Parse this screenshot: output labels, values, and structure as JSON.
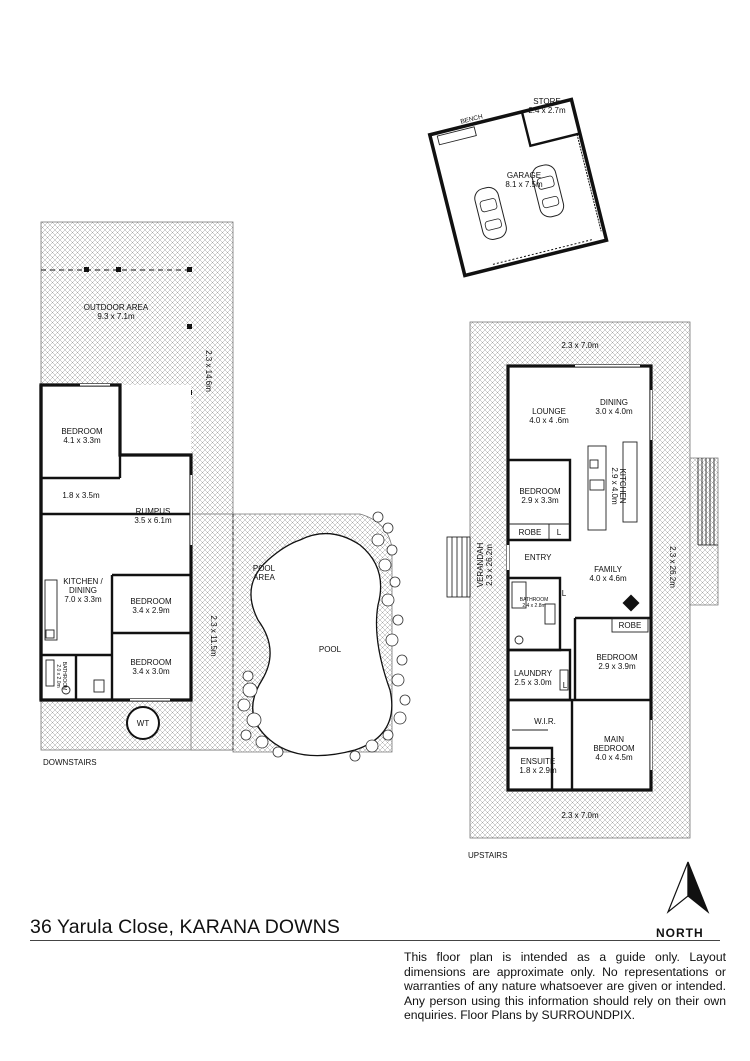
{
  "title": "36 Yarula Close, KARANA DOWNS",
  "north_label": "NORTH",
  "disclaimer": "This floor plan is intended as a guide only. Layout dimensions are approximate only. No representations or warranties of any nature whatsoever are given or intended. Any person using this information should rely on their own enquiries. Floor Plans by  SURROUNDPIX.",
  "levels": {
    "downstairs": "DOWNSTAIRS",
    "upstairs": "UPSTAIRS"
  },
  "garage": {
    "store_name": "STORE",
    "store_dim": "2.4 x 2.7m",
    "bench": "BENCH",
    "garage_name": "GARAGE",
    "garage_dim": "8.1 x 7.5m"
  },
  "downstairs_rooms": {
    "outdoor_name": "OUTDOOR AREA",
    "outdoor_dim": "9.3 x 7.1m",
    "side_dim_top": "2.3 x 14.6m",
    "bedroom1_name": "BEDROOM",
    "bedroom1_dim": "4.1 x 3.3m",
    "hall_dim": "1.8 x 3.5m",
    "rumpus_name": "RUMPUS",
    "rumpus_dim": "3.5 x 6.1m",
    "kitchen_name": "KITCHEN /",
    "kitchen_name2": "DINING",
    "kitchen_dim": "7.0 x 3.3m",
    "bedroom2_name": "BEDROOM",
    "bedroom2_dim": "3.4 x 2.9m",
    "bedroom3_name": "BEDROOM",
    "bedroom3_dim": "3.4 x 3.0m",
    "side_dim_bottom": "2.3 x 11.5m",
    "bathroom_name": "BATHROOM",
    "bathroom_dim": "2.0 x 2.0m",
    "wt": "WT",
    "pool_area": "POOL",
    "pool_area2": "AREA",
    "pool": "POOL"
  },
  "upstairs_rooms": {
    "top_deck": "2.3 x 7.0m",
    "bottom_deck": "2.3 x 7.0m",
    "lounge_name": "LOUNGE",
    "lounge_dim": "4.0 x 4 .6m",
    "dining_name": "DINING",
    "dining_dim": "3.0 x 4.0m",
    "kitchen_name": "KITCHEN",
    "kitchen_dim": "2.9 x 4.0m",
    "bedroom1_name": "BEDROOM",
    "bedroom1_dim": "2.9 x 3.3m",
    "robe1": "ROBE",
    "l1": "L",
    "verandah_name": "VERANDAH",
    "verandah_dim": "2.3 x 26.2m",
    "right_deck": "2.3 x 26.2m",
    "entry": "ENTRY",
    "family_name": "FAMILY",
    "family_dim": "4.0 x 4.6m",
    "bathroom_name": "BATHROOM",
    "bathroom_dim": "2.4 x 2.8m",
    "l2": "L",
    "robe2": "ROBE",
    "bedroom2_name": "BEDROOM",
    "bedroom2_dim": "2.9 x 3.9m",
    "laundry_name": "LAUNDRY",
    "laundry_dim": "2.5 x 3.0m",
    "l3": "L",
    "wir": "W.I.R.",
    "main_name": "MAIN",
    "main_name2": "BEDROOM",
    "main_dim": "4.0 x 4.5m",
    "ensuite_name": "ENSUITE",
    "ensuite_dim": "1.8 x 2.9m"
  }
}
